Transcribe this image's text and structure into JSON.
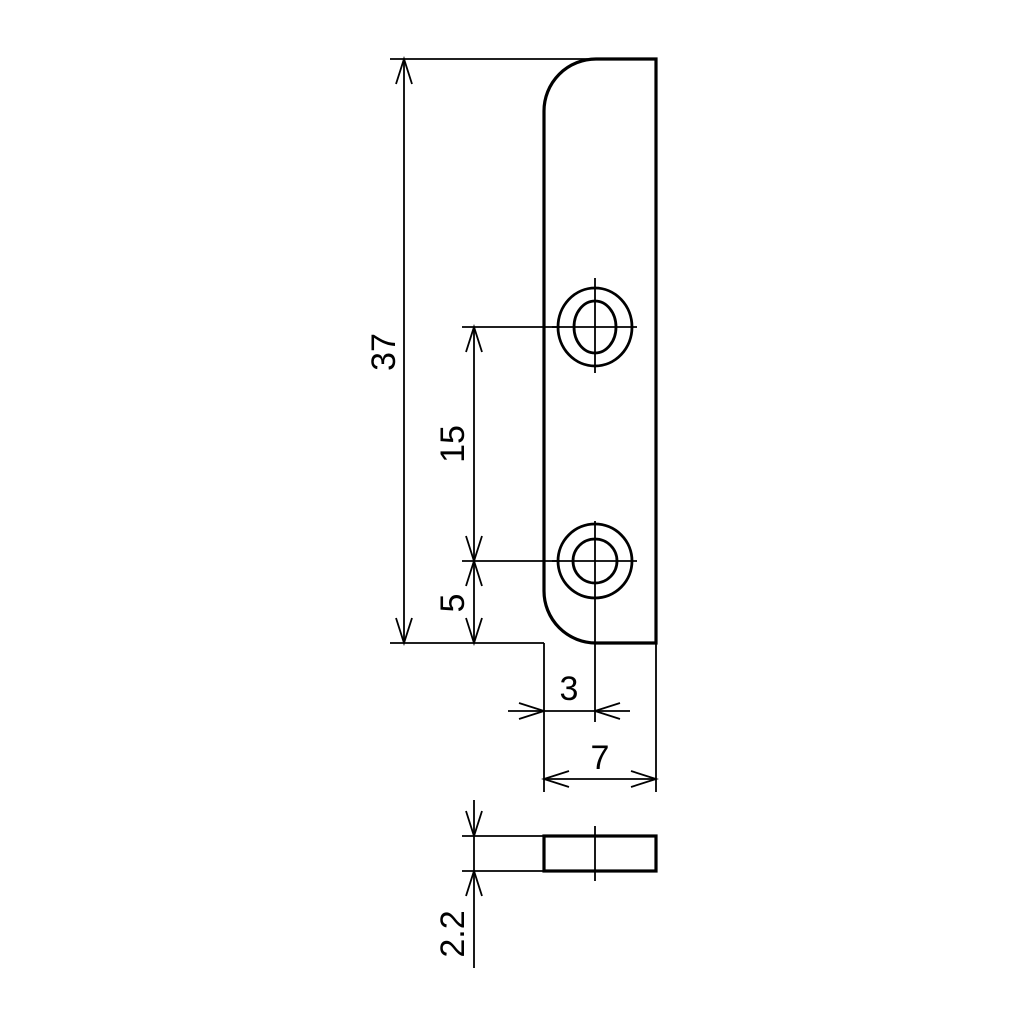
{
  "dimensions": {
    "overall_height": "37",
    "hole_spacing": "15",
    "hole_from_bottom": "5",
    "hole_from_edge": "3",
    "overall_width": "7",
    "thickness": "2.2"
  }
}
